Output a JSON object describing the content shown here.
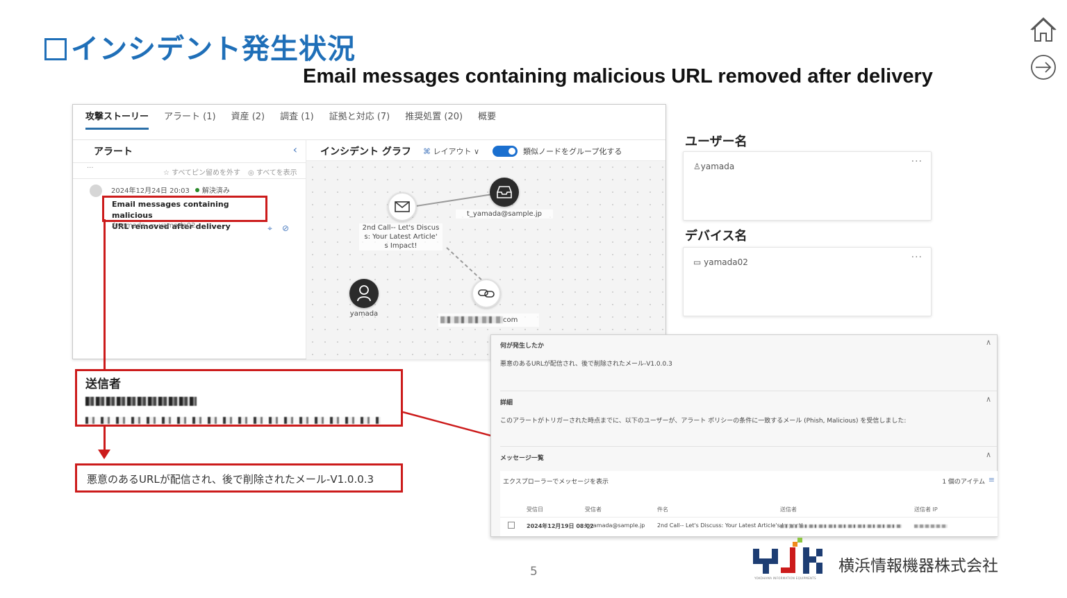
{
  "slide": {
    "title": "インシデント発生状況",
    "subtitle": "Email messages containing malicious URL removed after delivery",
    "page_number": "5",
    "nav": {
      "home_icon": "home-icon",
      "next_icon": "arrow-right-circle-icon"
    }
  },
  "incident_panel": {
    "tabs": [
      {
        "label": "攻撃ストーリー",
        "active": true
      },
      {
        "label": "アラート (1)"
      },
      {
        "label": "資産 (2)"
      },
      {
        "label": "調査 (1)"
      },
      {
        "label": "証拠と対応 (7)"
      },
      {
        "label": "推奨処置 (20)"
      },
      {
        "label": "概要"
      }
    ],
    "alerts": {
      "header": "アラート",
      "more": "···",
      "unpin_all": "すべてピン留めを外す",
      "show_all": "すべてを表示",
      "item": {
        "timestamp": "2024年12月24日 20:03",
        "status": "解決済み",
        "status_color": "#2a8a2a",
        "title_line1": "Email messages containing malicious",
        "title_line2": "URL removed after delivery",
        "user": "yamada",
        "device": "yamada02"
      }
    },
    "graph": {
      "title": "インシデント グラフ",
      "layout_label": "レイアウト",
      "group_toggle_label": "類似ノードをグループ化する",
      "group_toggle_on": true,
      "nodes": {
        "email_line1": "2nd Call-- Let's Discus",
        "email_line2": "s: Your Latest Article'",
        "email_line3": "s Impact!",
        "mailbox": "t_yamada@sample.jp",
        "user": "yamada",
        "url_suffix": "com"
      }
    }
  },
  "callouts": {
    "sender_title": "送信者",
    "result_text": "悪意のあるURLが配信され、後で削除されたメール-V1.0.0.3",
    "accent_color": "#cc1b1b"
  },
  "entities": {
    "user_label": "ユーザー名",
    "user_value": "yamada",
    "device_label": "デバイス名",
    "device_value": "yamada02",
    "more": "···"
  },
  "details": {
    "what_happened": {
      "title": "何が発生したか",
      "text": "悪意のあるURLが配信され、後で削除されたメール-V1.0.0.3"
    },
    "detail": {
      "title": "詳細",
      "text": "このアラートがトリガーされた時点までに、以下のユーザーが、アラート ポリシーの条件に一致するメール (Phish, Malicious) を受信しました:"
    },
    "message_list": {
      "title": "メッセージ一覧",
      "explorer_link": "エクスプローラーでメッセージを表示",
      "item_count": "1 個のアイテム",
      "columns": [
        "受信日",
        "受信者",
        "件名",
        "送信者",
        "送信者 IP"
      ],
      "rows": [
        {
          "received": "2024年12月19日 08:02",
          "recipient": "t_yamada@sample.jp",
          "subject": "2nd Call-- Let's Discuss: Your Latest Article's Impact!"
        }
      ]
    }
  },
  "footer": {
    "company": "横浜情報機器株式会社",
    "logo_text": "YJK",
    "logo_caption": "YOKOHAMA INFORMATION EQUIPMENTS"
  }
}
